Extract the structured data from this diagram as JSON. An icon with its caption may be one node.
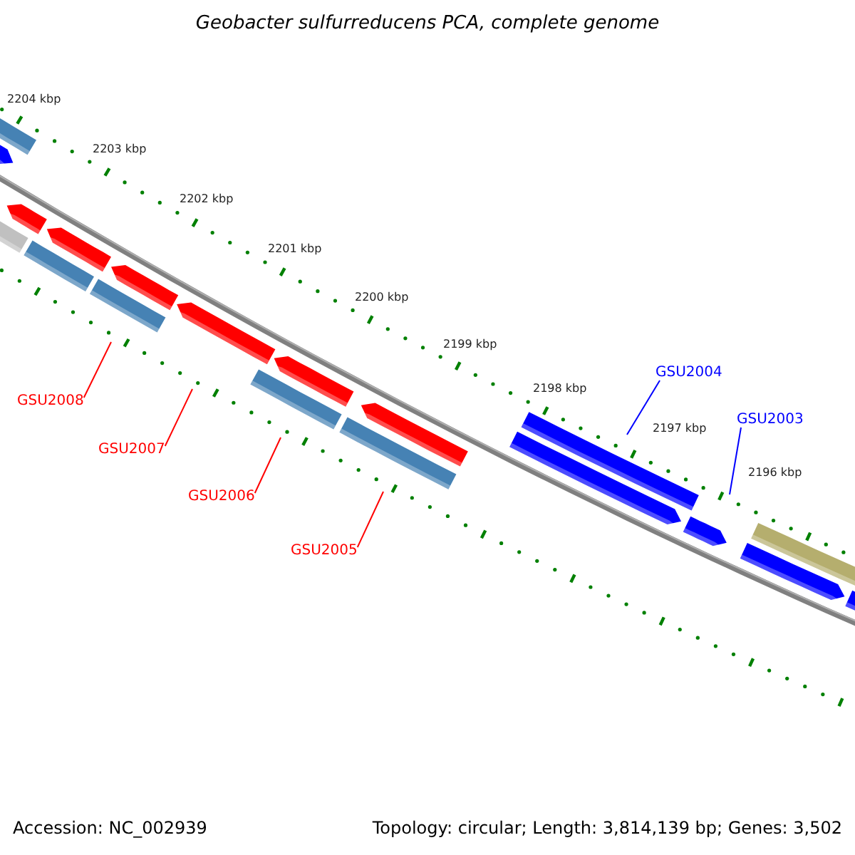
{
  "diagram": {
    "title": "Geobacter sulfurreducens PCA, complete genome",
    "nodes": [
      {
        "text": [
          "GSU2008"
        ]
      },
      {
        "text": [
          "GSU2007"
        ]
      },
      {
        "text": [
          "GSU2006"
        ]
      },
      {
        "text": [
          "GSU2005"
        ]
      },
      {
        "text": [
          "GSU2004"
        ]
      },
      {
        "text": [
          "GSU2003"
        ]
      }
    ],
    "edges": [
      {
        "from": 0,
        "to": null,
        "arrow": "none"
      },
      {
        "from": 1,
        "to": null,
        "arrow": "none"
      },
      {
        "from": 2,
        "to": null,
        "arrow": "none"
      },
      {
        "from": 3,
        "to": null,
        "arrow": "none"
      },
      {
        "from": 4,
        "to": null,
        "arrow": "none",
        "color": "#0000ff"
      },
      {
        "from": 5,
        "to": null,
        "arrow": "none",
        "color": "#0000ff"
      }
    ],
    "labels": [
      "2204 kbp",
      "2203 kbp",
      "2202 kbp",
      "2201 kbp",
      "2200 kbp",
      "2199 kbp",
      "2198 kbp",
      "2197 kbp",
      "2196 kbp",
      "Accession: NC_002939",
      "Topology: circular; Length: 3,814,139 bp; Genes: 3,502"
    ]
  }
}
